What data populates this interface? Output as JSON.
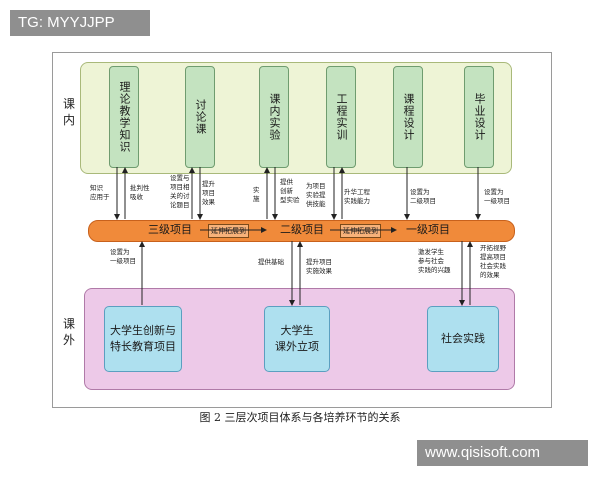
{
  "watermarks": {
    "top": "TG: MYYJJPP",
    "bottom": "www.qisisoft.com"
  },
  "sections": {
    "inside": "课内",
    "outside": "课外"
  },
  "inside_items": [
    "理论教学知识",
    "讨论课",
    "课内实验",
    "工程实训",
    "课程设计",
    "毕业设计"
  ],
  "levels": {
    "third": "三级项目",
    "second": "二级项目",
    "first": "一级项目"
  },
  "extend_label": "延伸拓展到",
  "upper_notes": [
    "知识\n应用于",
    "批判性\n吸收",
    "设置与\n项目相\n关的讨\n论题目",
    "提升\n项目\n效果",
    "实\n施",
    "提供\n创新\n型实验",
    "为项目\n实验提\n供技能",
    "升华工程\n实践能力",
    "设置为\n二级项目",
    "设置为\n一级项目"
  ],
  "lower_notes": [
    "设置为\n一级项目",
    "提供基础",
    "提升项目\n实施效果",
    "激发学生\n参与社会\n实践的兴趣",
    "开拓视野\n提高项目\n社会实践\n的效果"
  ],
  "outside_items": [
    "大学生创新与\n特长教育项目",
    "大学生\n课外立项",
    "社会实践"
  ],
  "caption": "图 2    三层次项目体系与各培养环节的关系"
}
